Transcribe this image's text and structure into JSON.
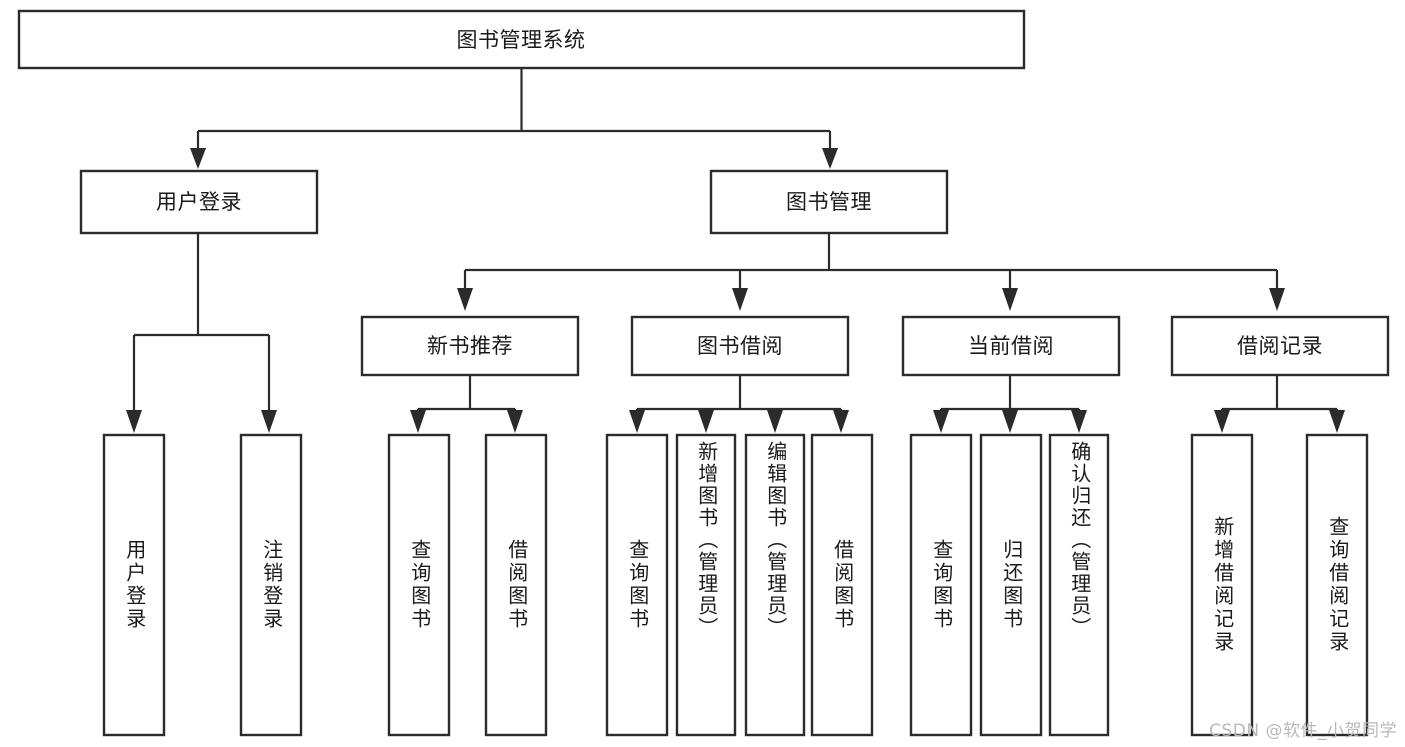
{
  "diagram": {
    "title": "图书管理系统",
    "watermark": "CSDN @软件_小贺同学",
    "root": {
      "label": "图书管理系统"
    },
    "level2": [
      {
        "label": "用户登录"
      },
      {
        "label": "图书管理"
      }
    ],
    "level3": [
      {
        "label": "新书推荐"
      },
      {
        "label": "图书借阅"
      },
      {
        "label": "当前借阅"
      },
      {
        "label": "借阅记录"
      }
    ],
    "leaves": {
      "user_login": [
        {
          "label": "用户登录"
        },
        {
          "label": "注销登录"
        }
      ],
      "new_book": [
        {
          "label": "查询图书"
        },
        {
          "label": "借阅图书"
        }
      ],
      "book_borrow": [
        {
          "label": "查询图书"
        },
        {
          "label": "新增图书（管理员）"
        },
        {
          "label": "编辑图书（管理员）"
        },
        {
          "label": "借阅图书"
        }
      ],
      "current_borrow": [
        {
          "label": "查询图书"
        },
        {
          "label": "归还图书"
        },
        {
          "label": "确认归还（管理员）"
        }
      ],
      "borrow_record": [
        {
          "label": "新增借阅记录"
        },
        {
          "label": "查询借阅记录"
        }
      ]
    },
    "colors": {
      "stroke": "#2b2b2b",
      "fill": "#ffffff",
      "text": "#1a1a1a",
      "watermark": "#b9b9b9"
    }
  }
}
